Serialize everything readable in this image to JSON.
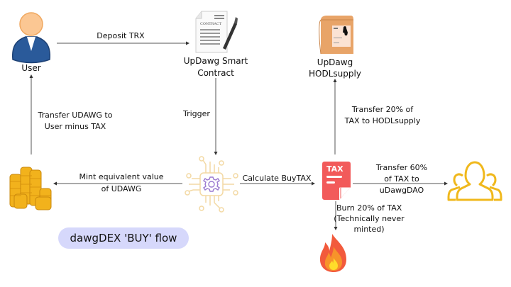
{
  "title": "dawgDEX 'BUY' flow",
  "nodes": {
    "user": {
      "label": "User",
      "icon": "user-icon"
    },
    "contract": {
      "label_line1": "UpDawg Smart",
      "label_line2": "Contract",
      "icon": "contract-icon"
    },
    "hodl": {
      "label_line1": "UpDawg",
      "label_line2": "HODLsupply",
      "icon": "bag-icon"
    },
    "coins": {
      "icon": "coins-icon"
    },
    "processor": {
      "icon": "chip-gear-icon"
    },
    "tax": {
      "icon": "tax-document-icon",
      "icon_text": "TAX"
    },
    "dao": {
      "icon": "group-icon"
    },
    "fire": {
      "icon": "fire-icon"
    }
  },
  "edges": {
    "deposit": "Deposit TRX",
    "trigger": "Trigger",
    "calculate": "Calculate BuyTAX",
    "mint_line1": "Mint equivalent value",
    "mint_line2": "of UDAWG",
    "transfer_user_line1": "Transfer UDAWG to",
    "transfer_user_line2": "User minus TAX",
    "hodl_line1": "Transfer 20% of",
    "hodl_line2": "TAX to HODLsupply",
    "dao_line1": "Transfer 60%",
    "dao_line2": "of TAX to",
    "dao_line3": "uDawgDAO",
    "burn_line1": "Burn 20% of TAX",
    "burn_line2": "(Technically never",
    "burn_line3": "minted)"
  },
  "colors": {
    "pill": "#d6d8fb",
    "tax_red": "#f25a5a",
    "dao_yellow": "#f0b81c",
    "chip": "#f3d9a4",
    "gear": "#9a78d0",
    "user_blue": "#2a5a9a",
    "skin": "#fbc793"
  }
}
